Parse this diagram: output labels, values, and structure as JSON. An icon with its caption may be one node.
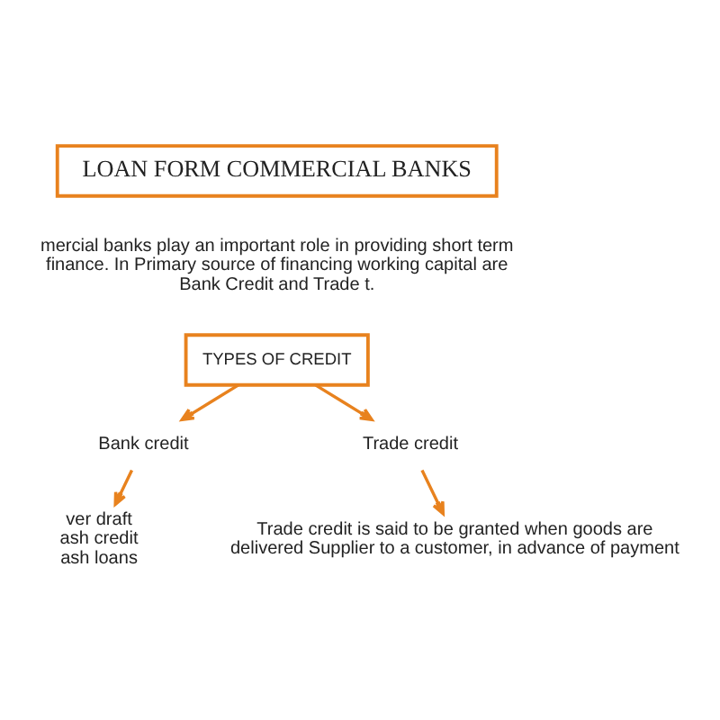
{
  "diagram": {
    "nodes": [
      {
        "text": [
          "LOAN FORM COMMERCIAL BANKS"
        ]
      },
      {
        "text": [
          "TYPES OF CREDIT"
        ]
      },
      {
        "text": [
          "Bank credit"
        ]
      },
      {
        "text": [
          "Trade credit"
        ]
      },
      {
        "text": [
          "ver draft",
          "ash credit",
          "ash loans"
        ]
      },
      {
        "text": [
          "Trade credit is said to be granted when goods are delivered Supplier to a customer, in advance of payment"
        ]
      }
    ],
    "edges": [
      {
        "from": 1,
        "to": 2,
        "arrow": "to"
      },
      {
        "from": 1,
        "to": 3,
        "arrow": "to"
      },
      {
        "from": 2,
        "to": 4,
        "arrow": "to"
      },
      {
        "from": 3,
        "to": 5,
        "arrow": "to"
      }
    ],
    "labels": [
      "mercial banks play an important role in providing short term finance. In Primary source of financing working capital are Bank Credit and Trade t."
    ]
  }
}
